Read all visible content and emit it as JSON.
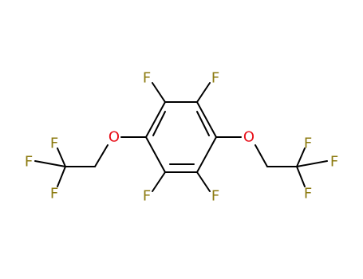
{
  "molecule": {
    "colors": {
      "bond": "#000000",
      "fluorine": "#8c7a0f",
      "oxygen": "#e8101a",
      "background": "#ffffff"
    },
    "atoms": {
      "f_ring_top_left": "F",
      "f_ring_top_right": "F",
      "f_ring_bottom_left": "F",
      "f_ring_bottom_right": "F",
      "o_left": "O",
      "o_right": "O",
      "f_cf3_left_top": "F",
      "f_cf3_left_mid": "F",
      "f_cf3_left_bottom": "F",
      "f_cf3_right_top": "F",
      "f_cf3_right_mid": "F",
      "f_cf3_right_bottom": "F"
    }
  }
}
